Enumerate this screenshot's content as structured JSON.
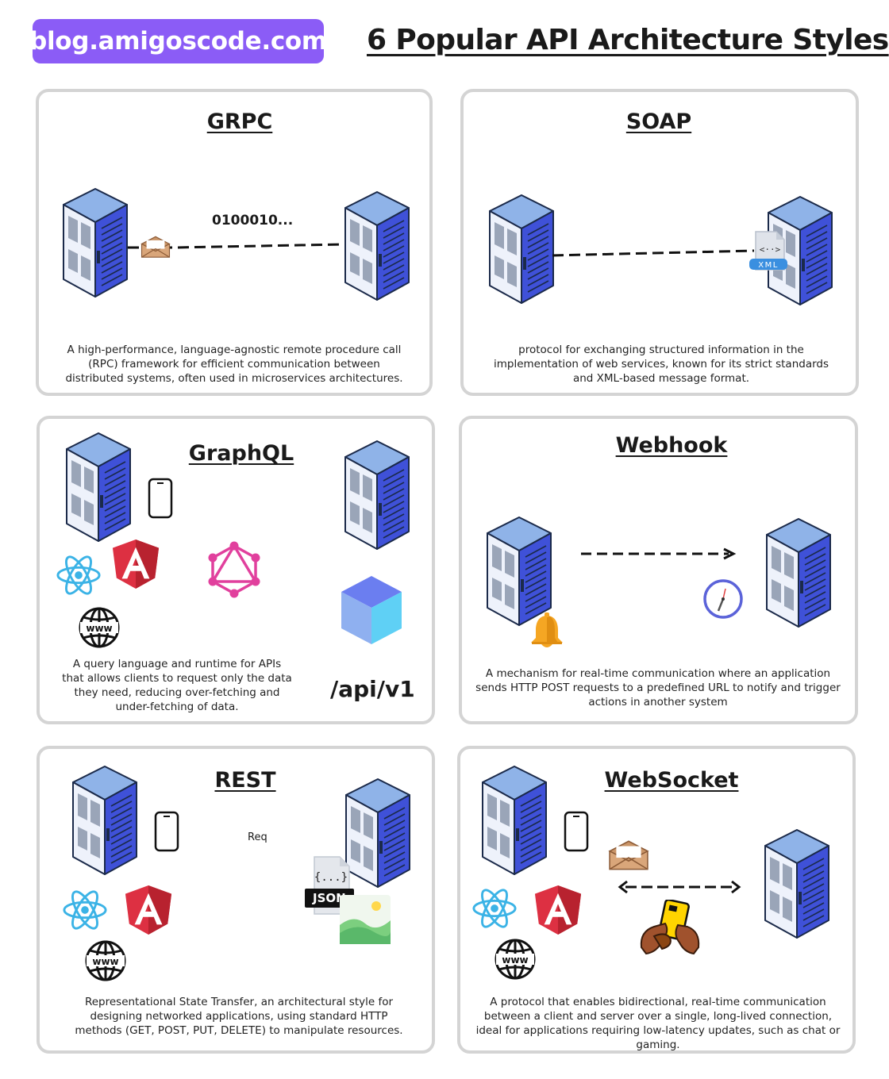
{
  "header": {
    "brand": "blog.amigoscode.com",
    "title": "6  Popular API Architecture Styles"
  },
  "panels": {
    "grpc": {
      "title": "GRPC",
      "binary": "0100010...",
      "desc": "A high-performance, language-agnostic remote procedure call (RPC) framework for efficient communication between distributed systems, often used in microservices architectures."
    },
    "soap": {
      "title": "SOAP",
      "xml_label": "XML",
      "desc": "protocol for exchanging structured information in the implementation of web services, known for its strict standards and XML-based message format."
    },
    "graphql": {
      "title": "GraphQL",
      "endpoint": "/api/v1",
      "desc": "A query language and runtime for APIs that allows clients to request only the data they need, reducing over-fetching and under-fetching of data."
    },
    "webhook": {
      "title": "Webhook",
      "desc": "A mechanism for real-time communication where an application sends HTTP POST requests to a predefined URL to notify and trigger actions in another system"
    },
    "rest": {
      "title": "REST",
      "req_label": "Req",
      "json_label": "JSON",
      "json_braces": "{...}",
      "desc": "Representational State Transfer, an architectural style for designing networked applications, using standard HTTP methods (GET, POST, PUT, DELETE) to manipulate resources."
    },
    "websocket": {
      "title": "WebSocket",
      "desc": "A protocol that enables bidirectional, real-time communication between a client and server over a single, long-lived connection, ideal for applications requiring low-latency updates, such as chat or gaming."
    }
  },
  "colors": {
    "brand": "#8b5cf6",
    "server_front": "#3f51d8",
    "server_side": "#eef2fb",
    "server_top": "#8fb3e8",
    "react": "#3bb3e6",
    "angular": "#d6293b",
    "graphql": "#e1409d",
    "bell": "#f5a623"
  },
  "icons": [
    "server-icon",
    "envelope-icon",
    "phone-icon",
    "react-icon",
    "angular-icon",
    "globe-icon",
    "graphql-icon",
    "cube-icon",
    "bell-icon",
    "clock-icon",
    "xml-file-icon",
    "json-file-icon",
    "image-icon",
    "hands-phone-icon"
  ]
}
